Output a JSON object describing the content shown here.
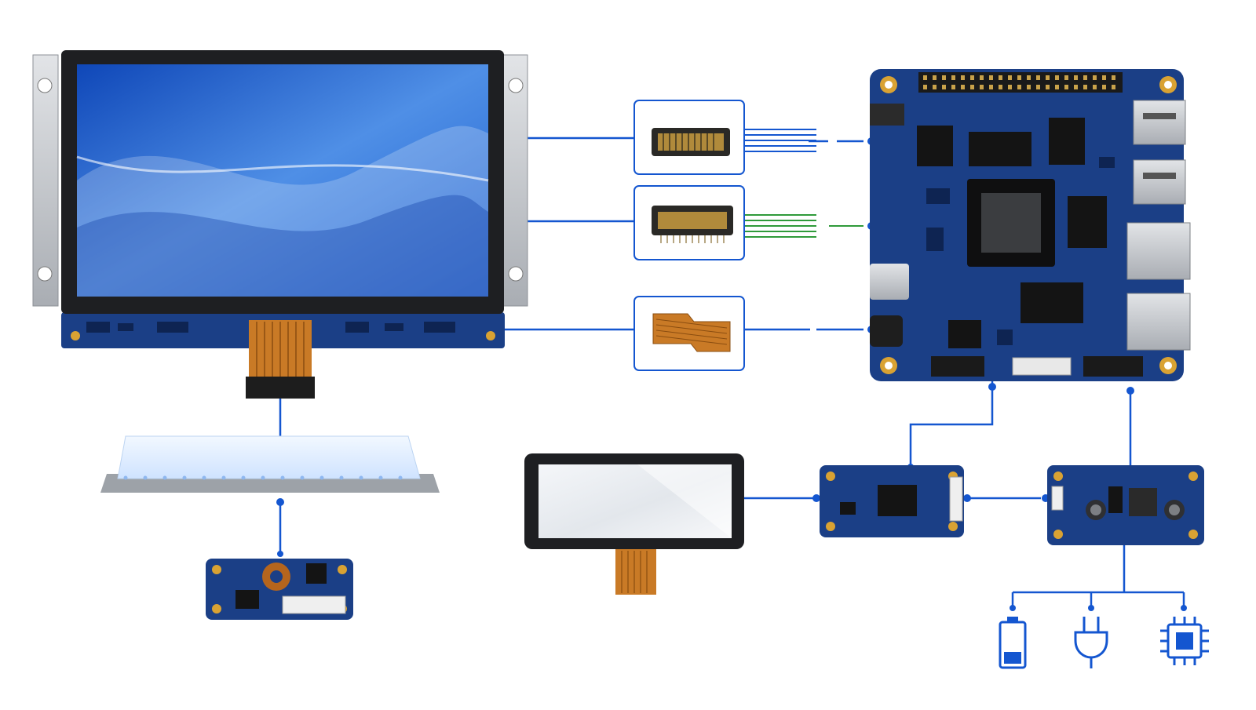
{
  "diagram": {
    "components": [
      {
        "id": "lcd",
        "name": "lcd-display-panel"
      },
      {
        "id": "conn1",
        "name": "board-to-board-connector"
      },
      {
        "id": "conn2",
        "name": "pin-header-connector"
      },
      {
        "id": "fpc",
        "name": "flex-cable"
      },
      {
        "id": "sbc",
        "name": "single-board-computer"
      },
      {
        "id": "backlight",
        "name": "led-backlight-panel"
      },
      {
        "id": "driver",
        "name": "backlight-driver-board"
      },
      {
        "id": "touch",
        "name": "touch-panel"
      },
      {
        "id": "touchctl",
        "name": "touch-controller-board"
      },
      {
        "id": "power",
        "name": "power-management-board"
      }
    ],
    "icons": [
      "battery-icon",
      "power-plug-icon",
      "chip-icon"
    ],
    "colors": {
      "line": "#1456d0",
      "line_green": "#2f9a3a",
      "pcb": "#1b3f86",
      "pcb_dark": "#12306b",
      "gold": "#d9a233",
      "flex": "#c97a26",
      "screen_a": "#1a56c9",
      "screen_b": "#6fa8ee"
    }
  }
}
